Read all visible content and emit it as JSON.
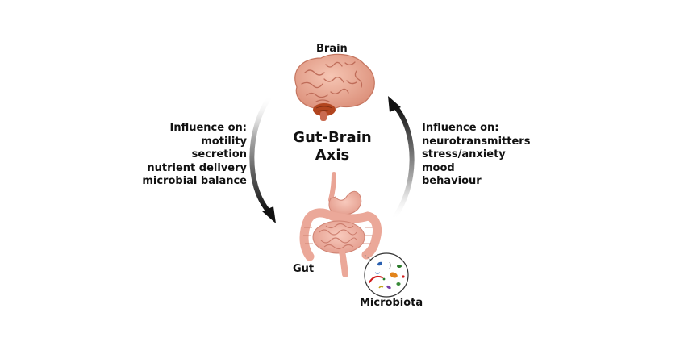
{
  "labels": {
    "brain": "Brain",
    "gut": "Gut",
    "microbiota": "Microbiota"
  },
  "center": {
    "line1": "Gut-Brain",
    "line2": "Axis"
  },
  "left_influence": {
    "heading": "Influence on:",
    "items": [
      "motility",
      "secretion",
      "nutrient delivery",
      "microbial balance"
    ]
  },
  "right_influence": {
    "heading": "Influence on:",
    "items": [
      "neurotransmitters",
      "stress/anxiety",
      "mood",
      "behaviour"
    ]
  },
  "colors": {
    "brain": "#e9a58f",
    "brain_fold": "#b8624f",
    "cerebellum": "#b2451f",
    "gut": "#f0b2a4",
    "arrow": "#111111"
  },
  "icons": {
    "brain": "brain-illustration",
    "gut": "digestive-tract-illustration",
    "microbiota": "microbe-circle-illustration"
  }
}
